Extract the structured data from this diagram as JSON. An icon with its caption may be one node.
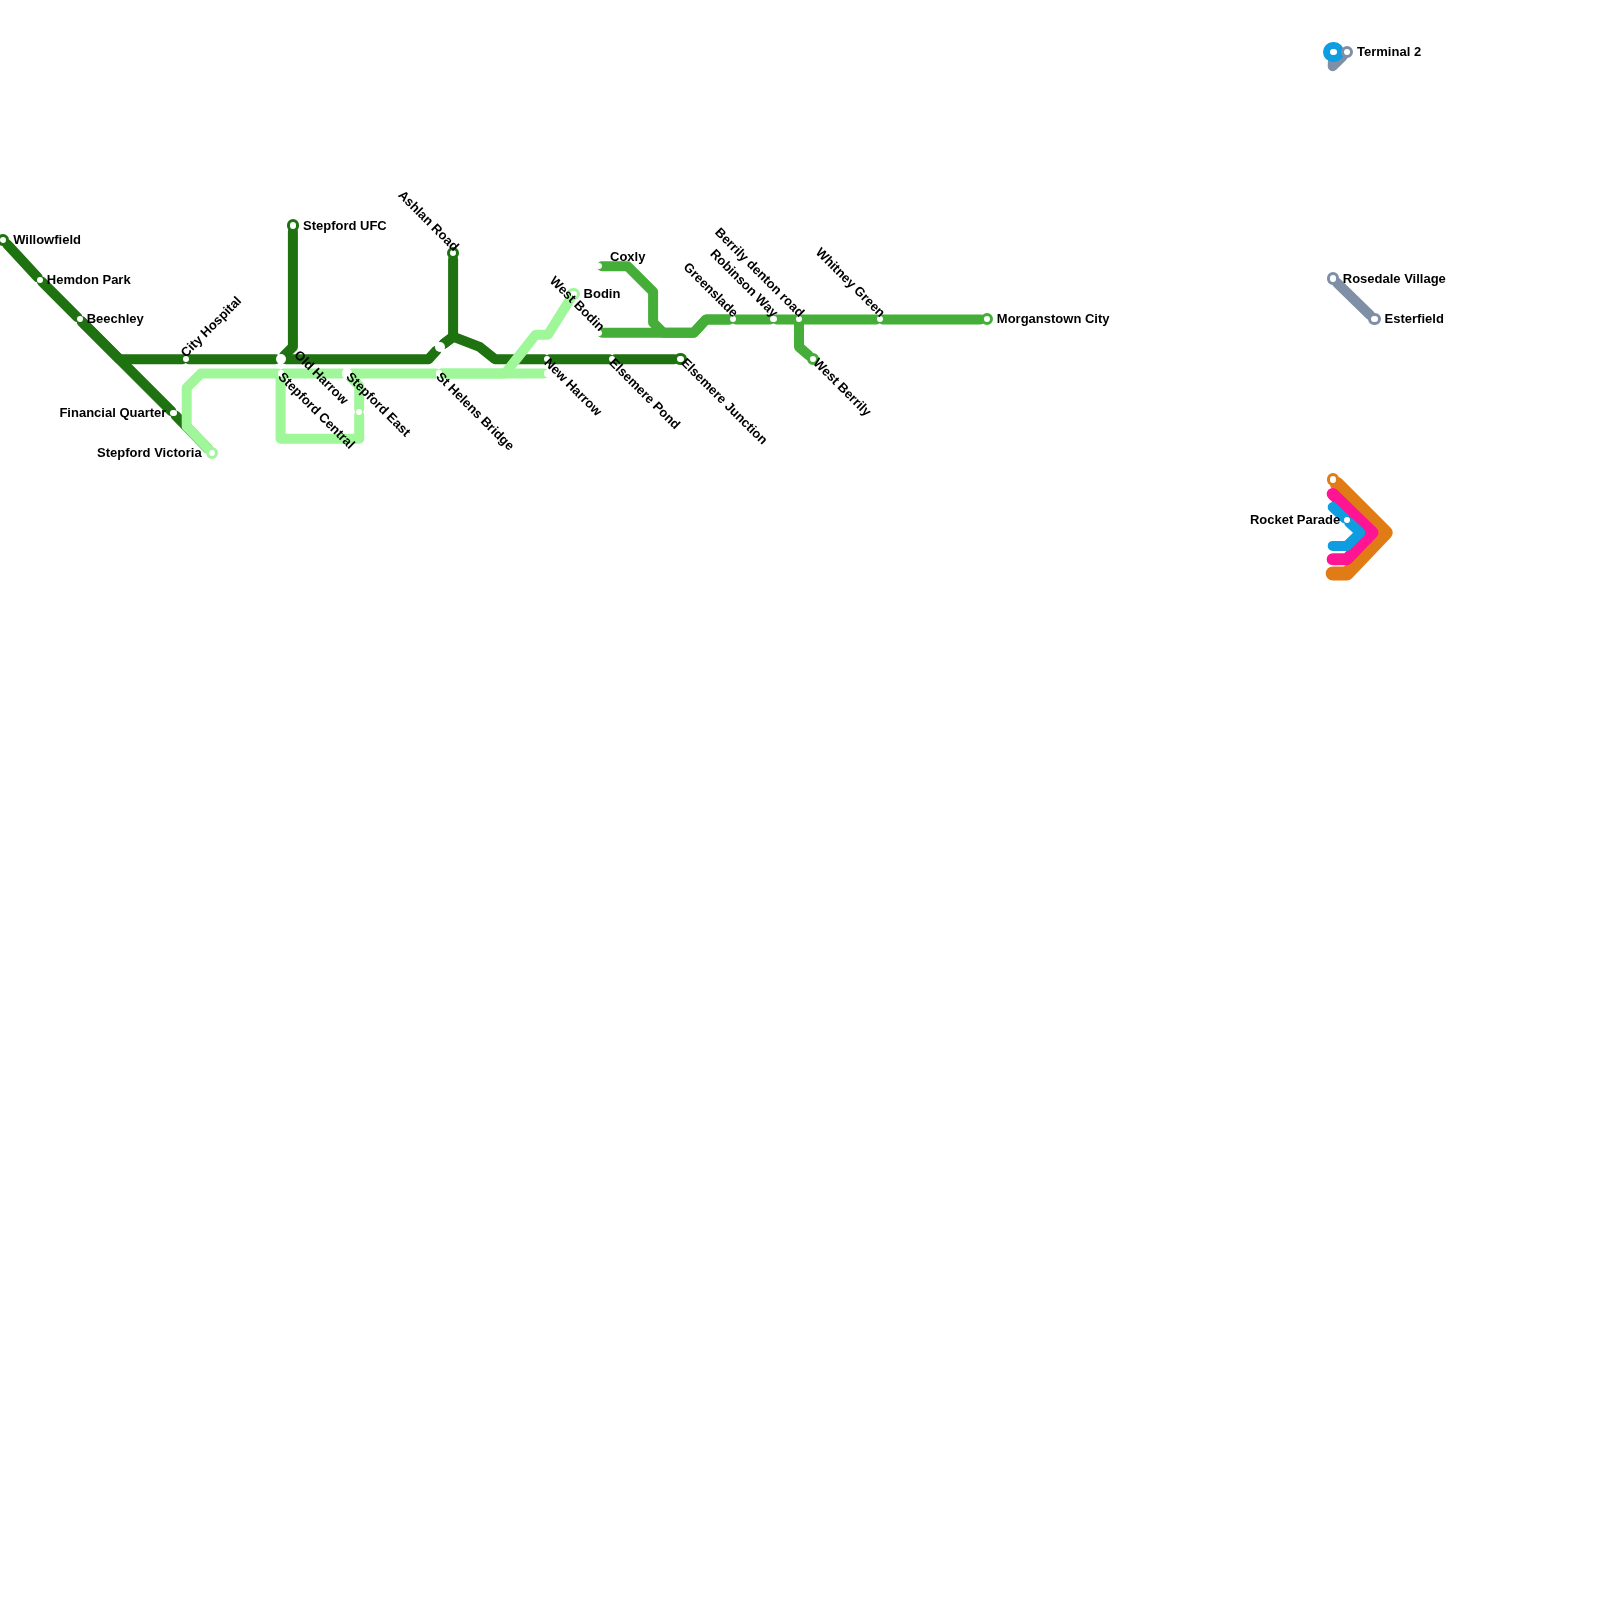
{
  "diagram": {
    "nodes": [
      {
        "text": [
          "Willowfield"
        ]
      },
      {
        "text": [
          "Hemdon Park"
        ]
      },
      {
        "text": [
          "Beechley"
        ]
      },
      {
        "text": [
          "City Hospital"
        ]
      },
      {
        "text": [
          "Financial Quarter"
        ]
      },
      {
        "text": [
          "Stepford Victoria"
        ]
      },
      {
        "text": [
          "Stepford UFC"
        ]
      },
      {
        "text": [
          "Old Harrow"
        ]
      },
      {
        "text": [
          "Stepford Central"
        ]
      },
      {
        "text": [
          "Stepford East"
        ]
      },
      {
        "text": [],
        "shape": "circle"
      },
      {
        "text": [
          "Ashlan Road"
        ]
      },
      {
        "text": [],
        "shape": "circle"
      },
      {
        "text": [
          "St Helens Bridge"
        ]
      },
      {
        "text": [
          "New Harrow"
        ]
      },
      {
        "text": [],
        "shape": "circle"
      },
      {
        "text": [
          "Bodin"
        ]
      },
      {
        "text": [
          "West Bodin"
        ]
      },
      {
        "text": [
          "Coxly"
        ]
      },
      {
        "text": [
          "Elsemere Pond"
        ]
      },
      {
        "text": [
          "Elsemere Junction"
        ]
      },
      {
        "text": [
          "Greenslade"
        ]
      },
      {
        "text": [
          "Robinson Way"
        ]
      },
      {
        "text": [
          "Berrily denton road"
        ]
      },
      {
        "text": [
          "West Berrily"
        ]
      },
      {
        "text": [
          "Whitney Green"
        ]
      },
      {
        "text": [
          "Morganstown City"
        ]
      },
      {
        "text": [],
        "shape": "circle"
      },
      {
        "text": [
          "Terminal 2"
        ]
      },
      {
        "text": [
          "Rosedale Village"
        ]
      },
      {
        "text": [
          "Esterfield"
        ]
      },
      {
        "text": [],
        "shape": "circle"
      },
      {
        "text": [
          "Rocket Parade"
        ]
      }
    ],
    "edges": [
      {
        "from": 0,
        "to": 1,
        "arrow": "none"
      },
      {
        "from": 1,
        "to": 2,
        "arrow": "none"
      },
      {
        "from": 2,
        "to": 3,
        "arrow": "none"
      },
      {
        "from": 2,
        "to": 4,
        "arrow": "none"
      },
      {
        "from": 3,
        "to": 7,
        "arrow": "none"
      },
      {
        "from": 6,
        "to": 7,
        "arrow": "none"
      },
      {
        "from": 7,
        "to": 12,
        "arrow": "none"
      },
      {
        "from": 11,
        "to": 12,
        "arrow": "none"
      },
      {
        "from": 12,
        "to": 14,
        "arrow": "none"
      },
      {
        "from": 14,
        "to": 19,
        "arrow": "none"
      },
      {
        "from": 19,
        "to": 20,
        "arrow": "none"
      },
      {
        "from": 4,
        "to": 5,
        "arrow": "none"
      },
      {
        "from": 5,
        "to": 8,
        "arrow": "none",
        "color": "#a0f79a"
      },
      {
        "from": 8,
        "to": 9,
        "arrow": "none",
        "color": "#a0f79a"
      },
      {
        "from": 8,
        "to": 10,
        "arrow": "none",
        "color": "#a0f79a"
      },
      {
        "from": 10,
        "to": 9,
        "arrow": "none",
        "color": "#a0f79a"
      },
      {
        "from": 9,
        "to": 13,
        "arrow": "none",
        "color": "#a0f79a"
      },
      {
        "from": 13,
        "to": 15,
        "arrow": "none",
        "color": "#a0f79a"
      },
      {
        "from": 13,
        "to": 16,
        "arrow": "none",
        "color": "#a0f79a"
      },
      {
        "from": 17,
        "to": 21,
        "arrow": "none",
        "color": "#45ae38"
      },
      {
        "from": 18,
        "to": 21,
        "arrow": "none",
        "color": "#45ae38"
      },
      {
        "from": 21,
        "to": 22,
        "arrow": "none",
        "color": "#45ae38"
      },
      {
        "from": 22,
        "to": 23,
        "arrow": "none",
        "color": "#45ae38"
      },
      {
        "from": 23,
        "to": 25,
        "arrow": "none",
        "color": "#45ae38"
      },
      {
        "from": 25,
        "to": 26,
        "arrow": "none",
        "color": "#45ae38"
      },
      {
        "from": 23,
        "to": 24,
        "arrow": "none",
        "color": "#45ae38"
      },
      {
        "from": 28,
        "to": 27,
        "arrow": "none",
        "color": "#7f8fa6"
      },
      {
        "from": 29,
        "to": 30,
        "arrow": "none",
        "color": "#7f8fa6"
      },
      {
        "from": null,
        "to": 32,
        "arrow": "none",
        "color": "#0d9de0"
      },
      {
        "from": 32,
        "to": null,
        "arrow": "none",
        "color": "#0d9de0"
      },
      {
        "from": 31,
        "to": null,
        "arrow": "none",
        "color": "#e07b16"
      }
    ]
  }
}
